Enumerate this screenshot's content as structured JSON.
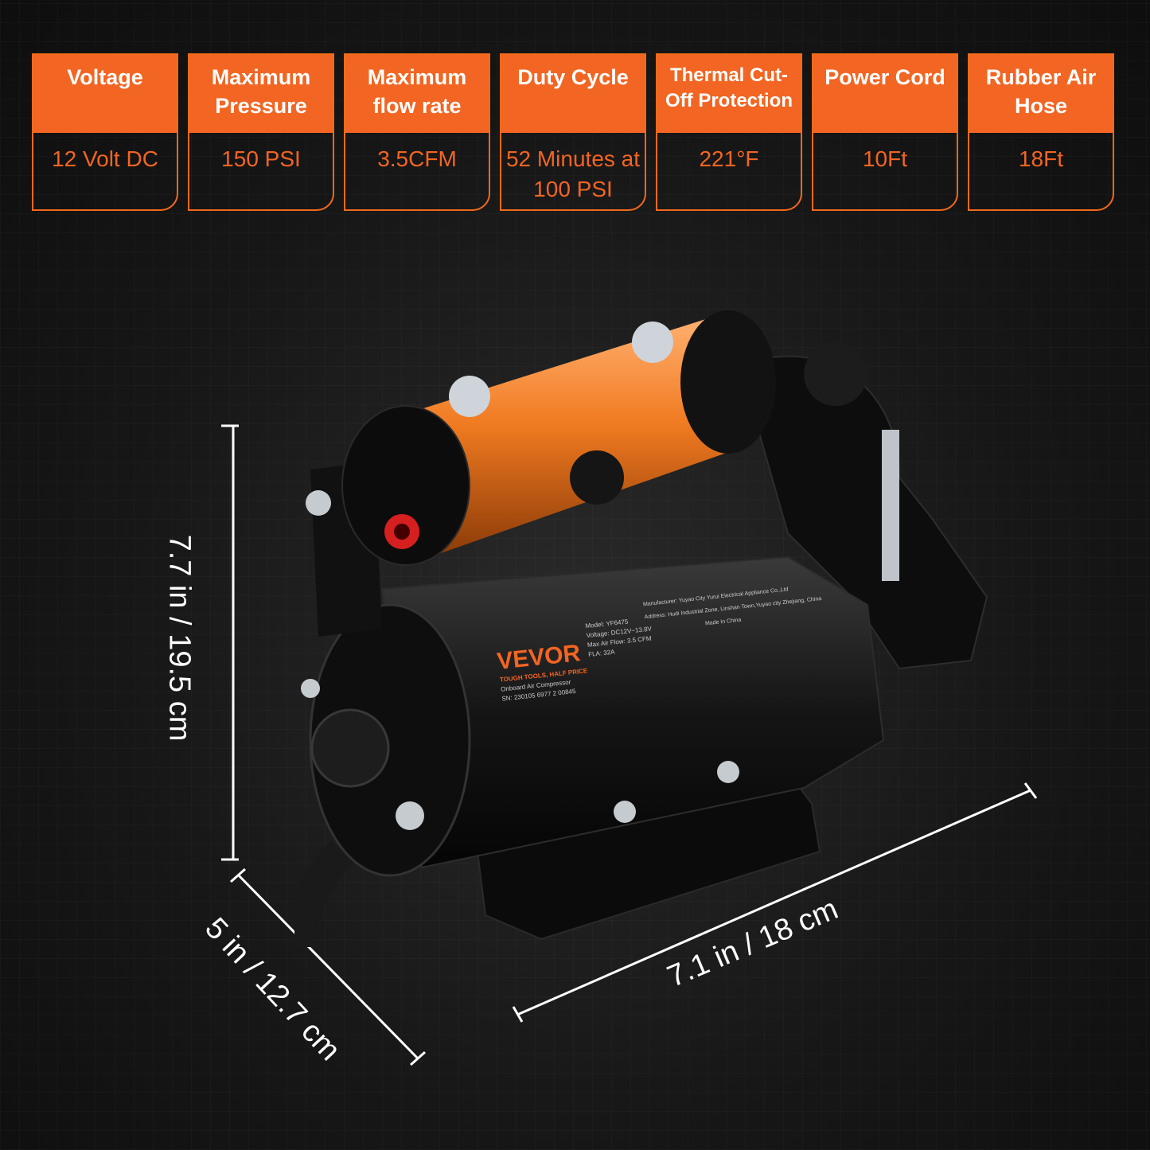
{
  "specs": [
    {
      "title": "Voltage",
      "value": "12 Volt DC"
    },
    {
      "title": "Maximum Pressure",
      "value": "150 PSI"
    },
    {
      "title": "Maximum flow rate",
      "value": "3.5CFM"
    },
    {
      "title": "Duty Cycle",
      "value": "52 Minutes at 100 PSI"
    },
    {
      "title": "Thermal Cut-Off Protection",
      "value": "221°F"
    },
    {
      "title": "Power Cord",
      "value": "10Ft"
    },
    {
      "title": "Rubber Air Hose",
      "value": "18Ft"
    }
  ],
  "dimensions": {
    "height": "7.7 in / 19.5 cm",
    "depth": "5 in / 12.7 cm",
    "width": "7.1 in / 18 cm"
  },
  "label": {
    "brand": "VEVOR",
    "tagline": "TOUGH TOOLS, HALF PRICE",
    "product": "Onboard Air Compressor",
    "serial": "SN: 230105 6977 2 00845",
    "model": "Model: YF6475",
    "voltage": "Voltage: DC12V~13.8V",
    "airflow": "Max Air Flow: 3.5 CFM",
    "fla": "FLA: 32A",
    "manufacturer": "Manufacturer: Yuyao City Yurui Electrical Appliance Co.,Ltd",
    "address": "Address: Hudi Industrial Zone, Linshan Town,Yuyao city Zhejiang, China",
    "origin": "Made In China"
  },
  "colors": {
    "accent": "#f26522",
    "background": "#171717"
  }
}
